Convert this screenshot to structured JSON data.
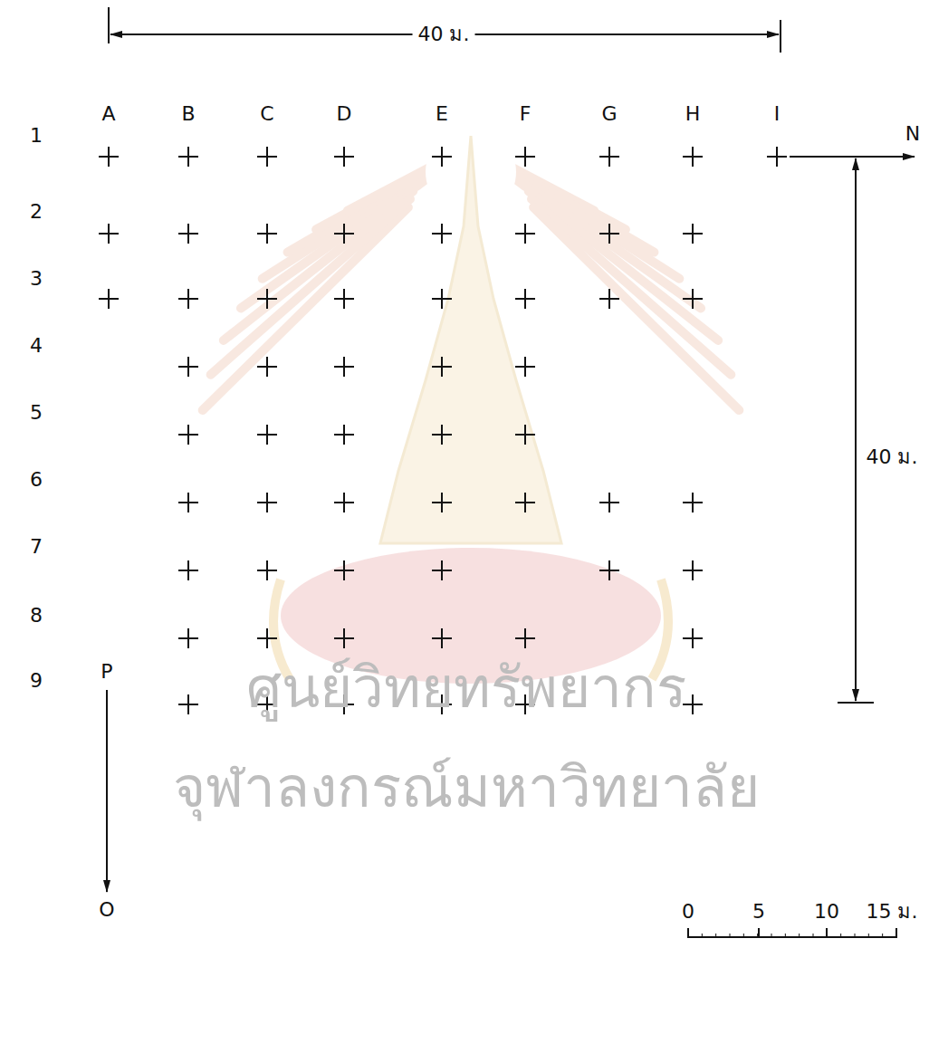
{
  "diagram": {
    "labels": [
      "40 ม.",
      "A",
      "B",
      "C",
      "D",
      "E",
      "F",
      "G",
      "H",
      "I",
      "1",
      "2",
      "3",
      "4",
      "5",
      "6",
      "7",
      "8",
      "9",
      "N",
      "40 ม.",
      "P",
      "O",
      "0",
      "5",
      "10",
      "15 ม.",
      "ศูนย์วิทยทรัพยากร",
      "จุฬาลงกรณ์มหาวิทยาลัย"
    ]
  }
}
